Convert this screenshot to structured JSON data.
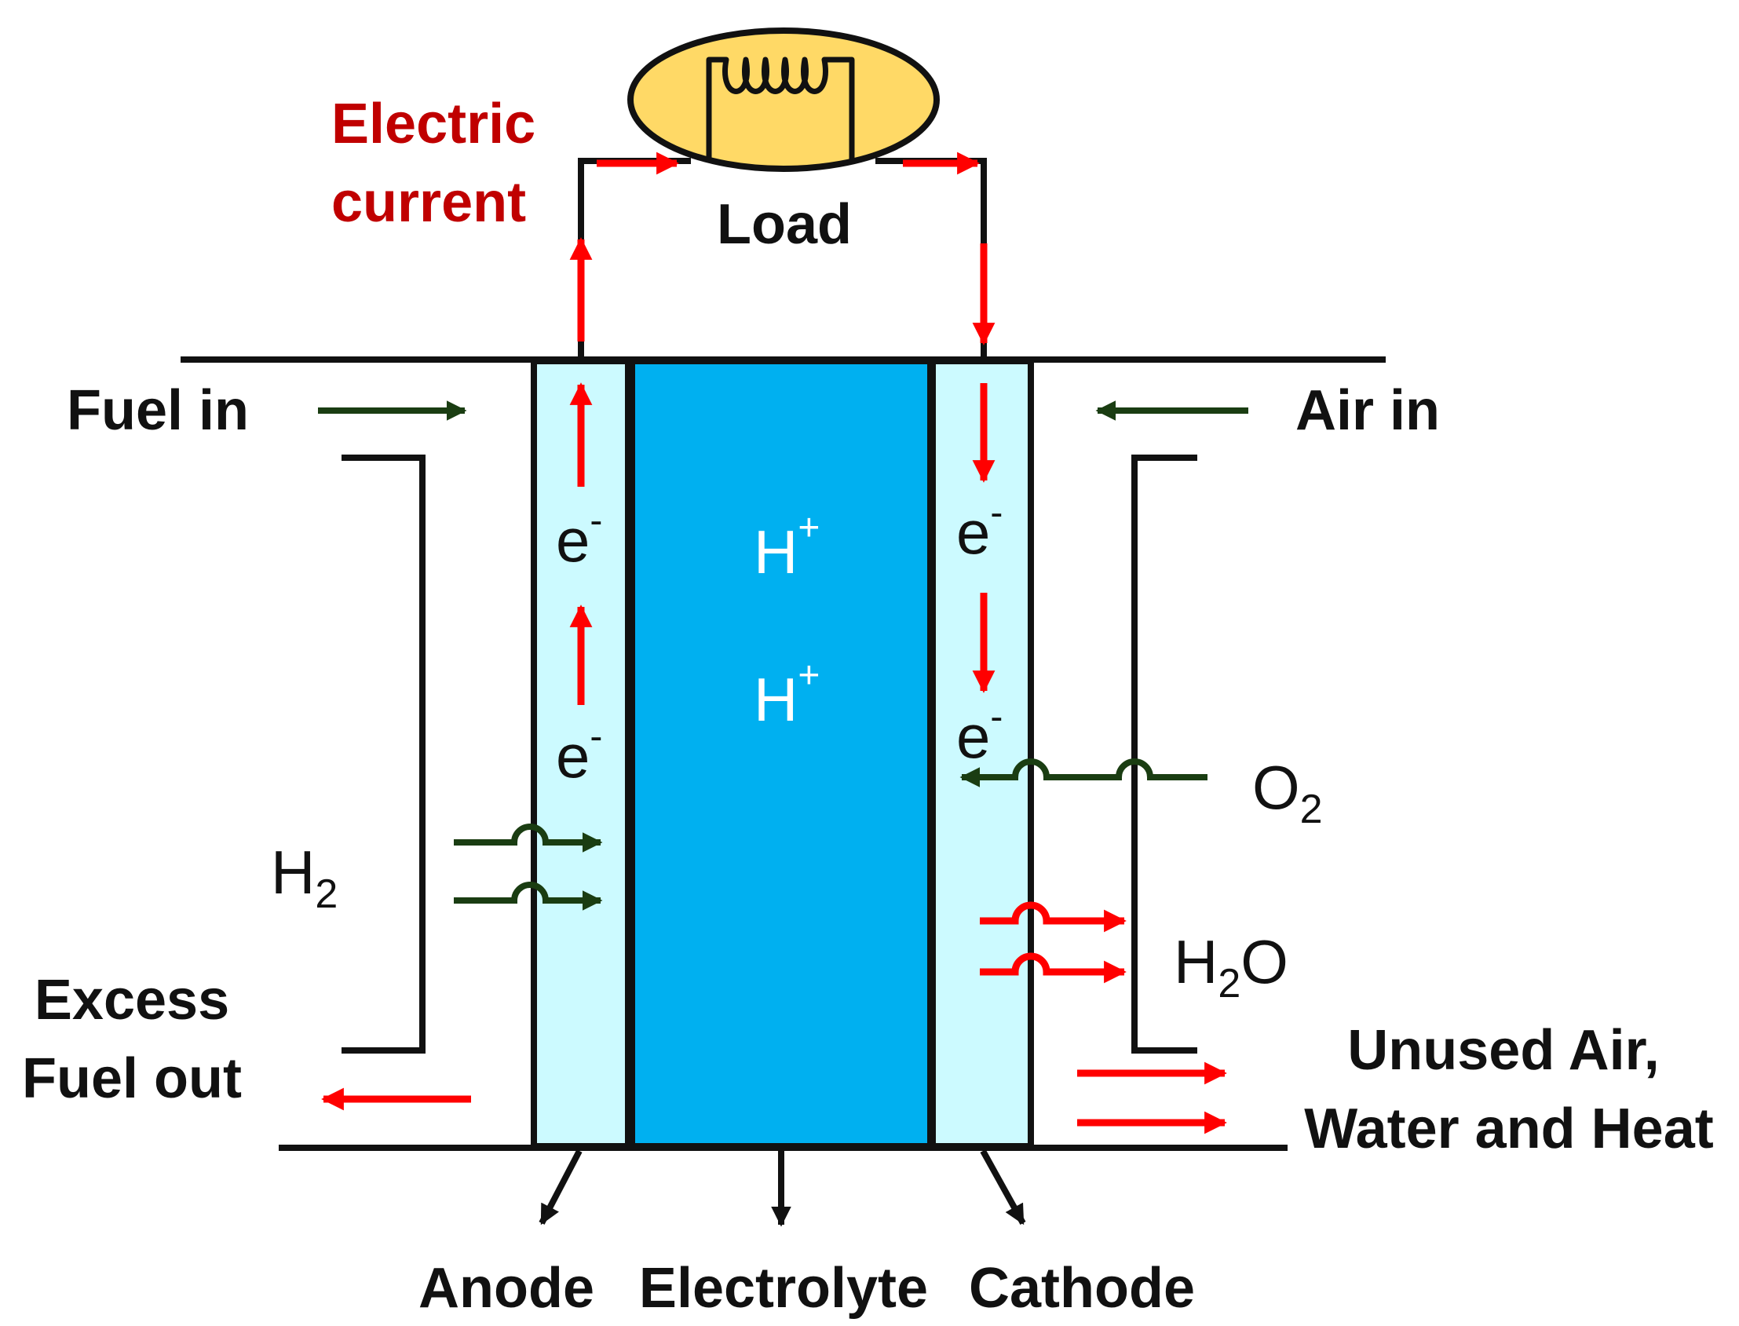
{
  "labels": {
    "electric_current_line1": "Electric",
    "electric_current_line2": "current",
    "load": "Load",
    "fuel_in": "Fuel in",
    "air_in": "Air in",
    "excess_fuel_line1": "Excess",
    "excess_fuel_line2": "Fuel out",
    "unused_air_line1": "Unused Air,",
    "unused_air_line2": "Water and Heat",
    "anode": "Anode",
    "electrolyte": "Electrolyte",
    "cathode": "Cathode"
  },
  "species": {
    "electron": "e",
    "electron_charge": "-",
    "proton": "H",
    "proton_charge": "+",
    "hydrogen": "H",
    "hydrogen_sub": "2",
    "oxygen": "O",
    "oxygen_sub": "2",
    "water_h": "H",
    "water_sub": "2",
    "water_o": "O"
  },
  "colors": {
    "electrode": "#ccfaff",
    "electrolyte": "#00b0f0",
    "current_arrow": "#ff0000",
    "gas_arrow": "#1a3d12",
    "load_fill": "#ffd966",
    "outline": "#111111",
    "label_red": "#c00000"
  }
}
